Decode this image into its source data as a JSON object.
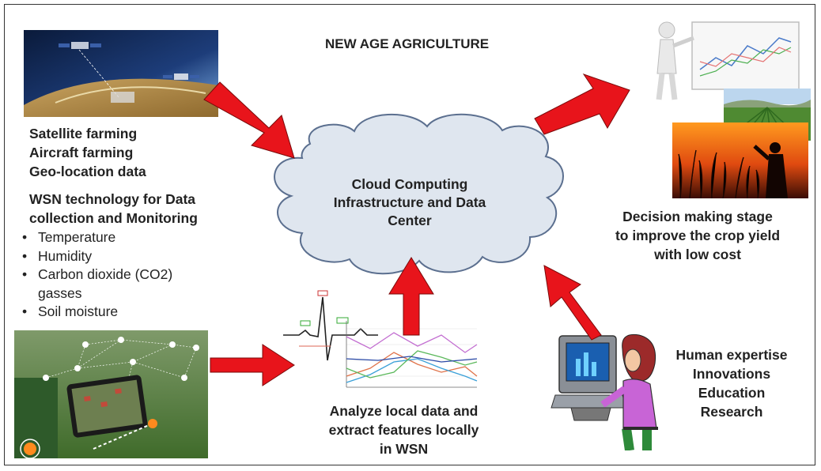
{
  "title": "NEW AGE AGRICULTURE",
  "satellite_lines": [
    "Satellite farming",
    "Aircraft farming",
    "Geo-location data"
  ],
  "wsn": {
    "title_lines": [
      "WSN technology for Data",
      "collection and Monitoring"
    ],
    "bullets": [
      "Temperature",
      "Humidity",
      "Carbon dioxide (CO2)",
      "gasses",
      "Soil moisture"
    ]
  },
  "cloud_lines": [
    "Cloud Computing",
    "Infrastructure and Data",
    "Center"
  ],
  "decision_lines": [
    "Decision making stage",
    "to improve the crop yield",
    "with low cost"
  ],
  "analyze_lines": [
    "Analyze local data and",
    "extract features locally",
    "in WSN"
  ],
  "human_lines": [
    "Human expertise",
    "Innovations",
    "Education",
    "Research"
  ],
  "colors": {
    "arrow": "#e8141b",
    "cloud_fill": "#dfe6ef",
    "cloud_stroke": "#5b6f8f"
  }
}
